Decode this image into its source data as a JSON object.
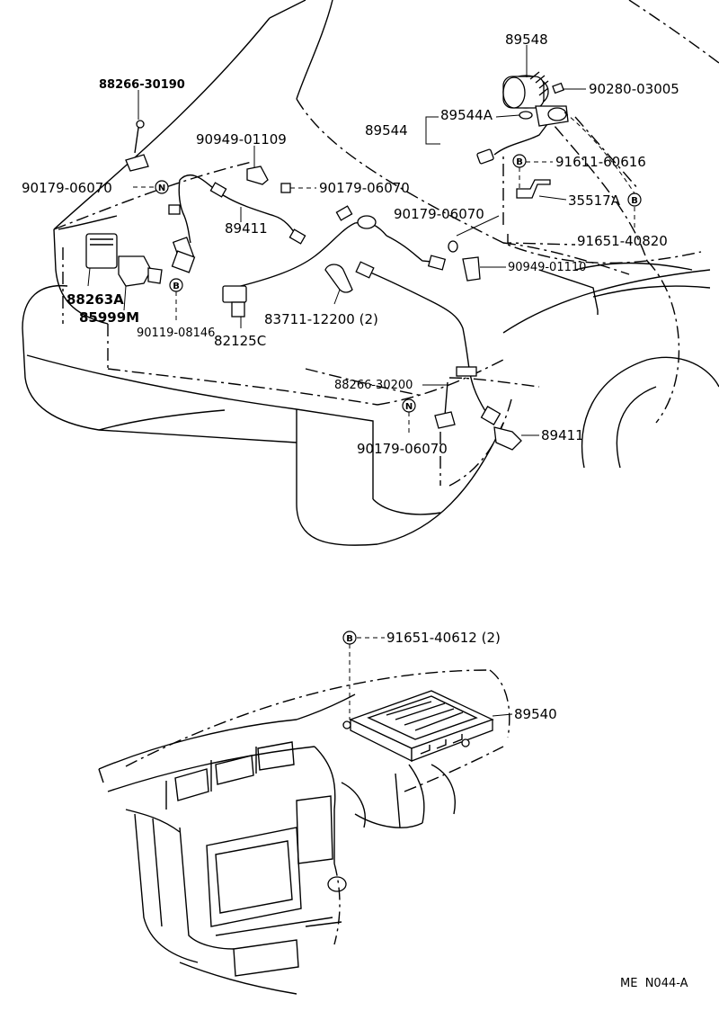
{
  "diagram_code": "ME  N044-A",
  "symbols": {
    "bolt": "B",
    "nut": "N"
  },
  "labels": {
    "p89548": "89548",
    "p90280_03005": "90280-03005",
    "p88266_30190": "88266-30190",
    "p89544": "89544",
    "p89544A": "89544A",
    "p90949_01109": "90949-01109",
    "p91611_60616": "91611-60616",
    "p90179_06070_a": "90179-06070",
    "p90179_06070_b": "90179-06070",
    "p35517A": "35517A",
    "p90179_06070_c": "90179-06070",
    "p89411_a": "89411",
    "p91651_40820": "91651-40820",
    "p90949_01110": "90949-01110",
    "p88263A": "88263A",
    "p85999M": "85999M",
    "p83711_12200": "83711-12200 (2)",
    "p90119_08146": "90119-08146",
    "p82125C": "82125C",
    "p88266_30200": "88266-30200",
    "p89411_b": "89411",
    "p90179_06070_d": "90179-06070",
    "p91651_40612": "91651-40612 (2)",
    "p89540": "89540"
  }
}
